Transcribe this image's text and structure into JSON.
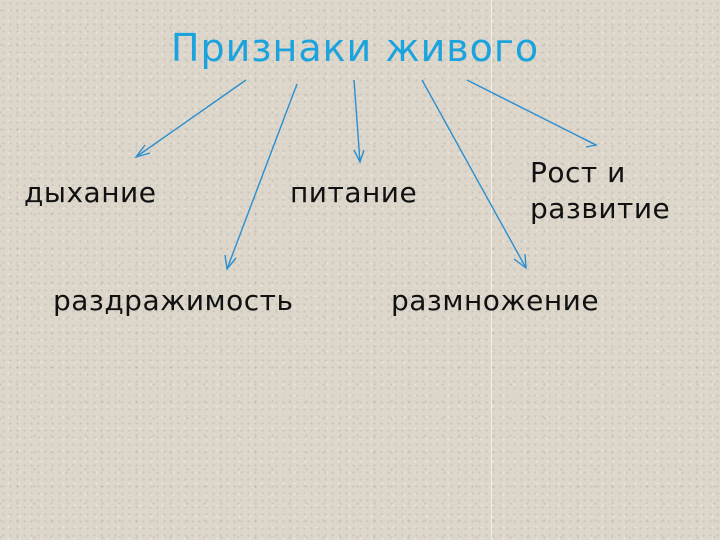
{
  "title": "Признаки живого",
  "nodes": {
    "breathing": "дыхание",
    "irritability": "раздражимость",
    "nutrition": "питание",
    "reproduction": "размножение",
    "growth_line1": "Рост и",
    "growth_line2": "развитие"
  },
  "colors": {
    "title": "#1aa3dc",
    "arrows": "#2b8fd0",
    "text": "#111111",
    "background": "#ddd6cb"
  }
}
